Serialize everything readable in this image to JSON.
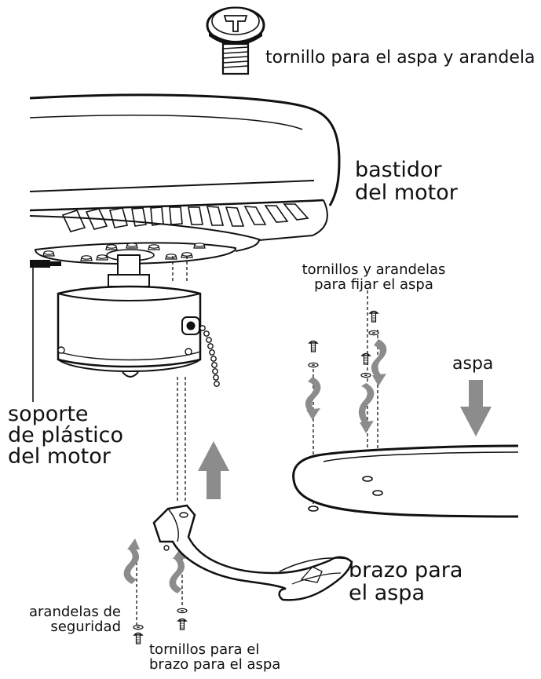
{
  "labels": {
    "blade_screw_and_washer": "tornillo para el aspa y arandela",
    "motor_housing": [
      "bastidor",
      "del motor"
    ],
    "blade_mount_screws": [
      "tornillos y arandelas",
      "para fijar el aspa"
    ],
    "blade": "aspa",
    "motor_plastic_support": [
      "soporte",
      "de plástico",
      "del motor"
    ],
    "blade_arm": [
      "brazo para",
      "el aspa"
    ],
    "lock_washers": [
      "arandelas de",
      "seguridad"
    ],
    "blade_arm_screws": [
      "tornillos para el",
      "brazo para el aspa"
    ]
  },
  "colors": {
    "line": "#111111",
    "arrow_fill": "#8c8c8c",
    "background": "#ffffff"
  },
  "icons": [
    "screw-icon",
    "washer-icon",
    "arrow-up-icon",
    "arrow-down-icon",
    "curved-arrow-icon",
    "pull-chain-icon"
  ]
}
